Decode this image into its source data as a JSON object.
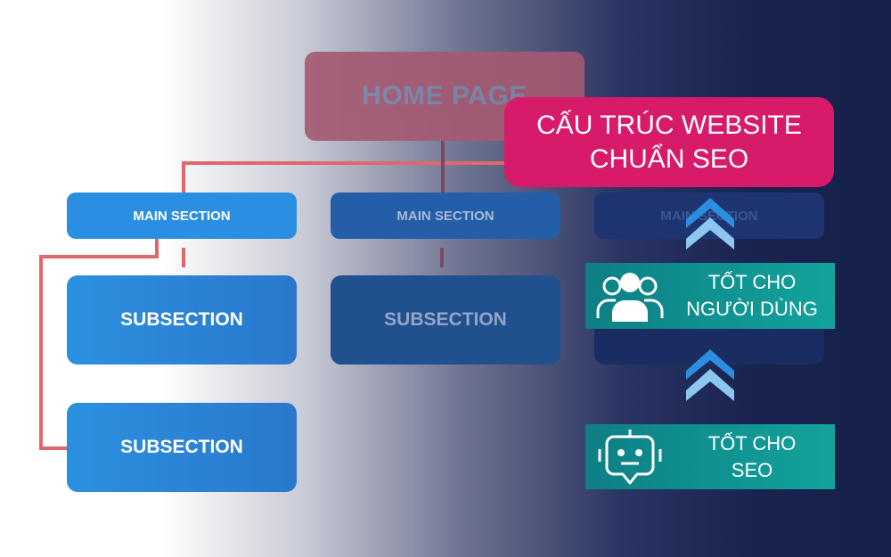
{
  "diagram": {
    "home": "HOME PAGE",
    "main_sections": [
      "MAIN SECTION",
      "MAIN SECTION",
      "MAIN SECTION"
    ],
    "subsections": [
      "SUBSECTION",
      "SUBSECTION",
      "",
      "SUBSECTION"
    ]
  },
  "banner": {
    "line1": "CẤU TRÚC WEBSITE",
    "line2": "CHUẨN SEO"
  },
  "benefits": [
    {
      "line1": "TỐT CHO",
      "line2": "NGƯỜI DÙNG",
      "icon": "users-icon"
    },
    {
      "line1": "TỐT CHO",
      "line2": "SEO",
      "icon": "robot-icon"
    }
  ],
  "colors": {
    "banner": "#d81a6a",
    "teal": "#12a39c",
    "blue": "#2a8fe0",
    "connector": "#e0676c"
  }
}
